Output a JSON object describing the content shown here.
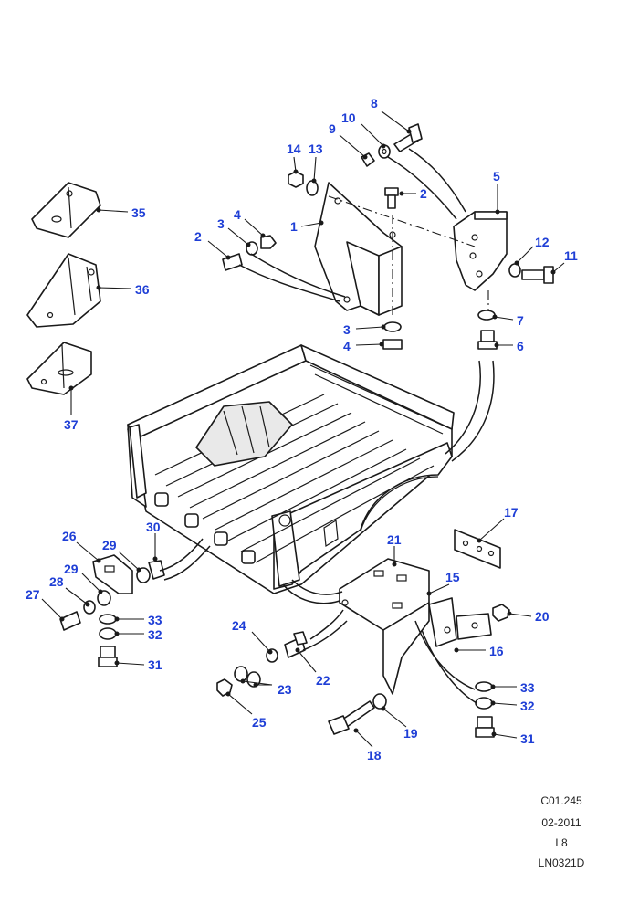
{
  "callouts": {
    "c1": "1",
    "c2a": "2",
    "c2b": "2",
    "c3a": "3",
    "c3b": "3",
    "c4a": "4",
    "c4b": "4",
    "c5": "5",
    "c6": "6",
    "c7": "7",
    "c8": "8",
    "c9": "9",
    "c10": "10",
    "c11": "11",
    "c12": "12",
    "c13": "13",
    "c14": "14",
    "c15": "15",
    "c16": "16",
    "c17": "17",
    "c18": "18",
    "c19": "19",
    "c20": "20",
    "c21": "21",
    "c22": "22",
    "c23": "23",
    "c24": "24",
    "c25": "25",
    "c26": "26",
    "c27": "27",
    "c28": "28",
    "c29a": "29",
    "c29b": "29",
    "c30": "30",
    "c31a": "31",
    "c31b": "31",
    "c32a": "32",
    "c32b": "32",
    "c33a": "33",
    "c33b": "33",
    "c35": "35",
    "c36": "36",
    "c37": "37"
  },
  "info_block": {
    "code": "C01.245",
    "date": "02-2011",
    "level": "L8",
    "ref": "LN0321D"
  },
  "colors": {
    "callout": "#1f3fd6",
    "line": "#1a1a1a"
  }
}
